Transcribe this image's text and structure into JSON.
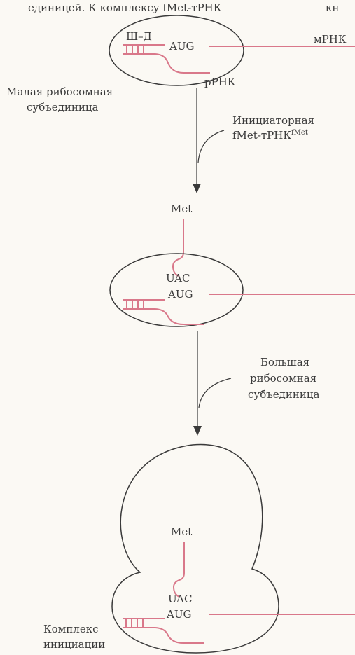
{
  "header": {
    "partial_text": "единицей. К комплексу fMet-тРНК",
    "partial_text_2": "кн"
  },
  "stage1": {
    "sd_label": "Ш–Д",
    "codon": "AUG",
    "mrna_label": "мРНК",
    "rrna_label": "рРНК",
    "subunit_label_line1": "Малая рибосомная",
    "subunit_label_line2": "субъединица"
  },
  "step1": {
    "line1": "Инициаторная",
    "line2_main": "fMet-тРНК",
    "line2_sup": "fMet"
  },
  "stage2": {
    "met": "Met",
    "anticodon": "UAC",
    "codon": "AUG"
  },
  "step2": {
    "line1": "Большая",
    "line2": "рибосомная",
    "line3": "субъединица"
  },
  "stage3": {
    "met": "Met",
    "anticodon": "UAC",
    "codon": "AUG",
    "complex_line1": "Комплекс",
    "complex_line2": "инициации"
  },
  "colors": {
    "rna": "#d9788a",
    "outline": "#3a3a3a",
    "background": "#fbf9f4"
  }
}
